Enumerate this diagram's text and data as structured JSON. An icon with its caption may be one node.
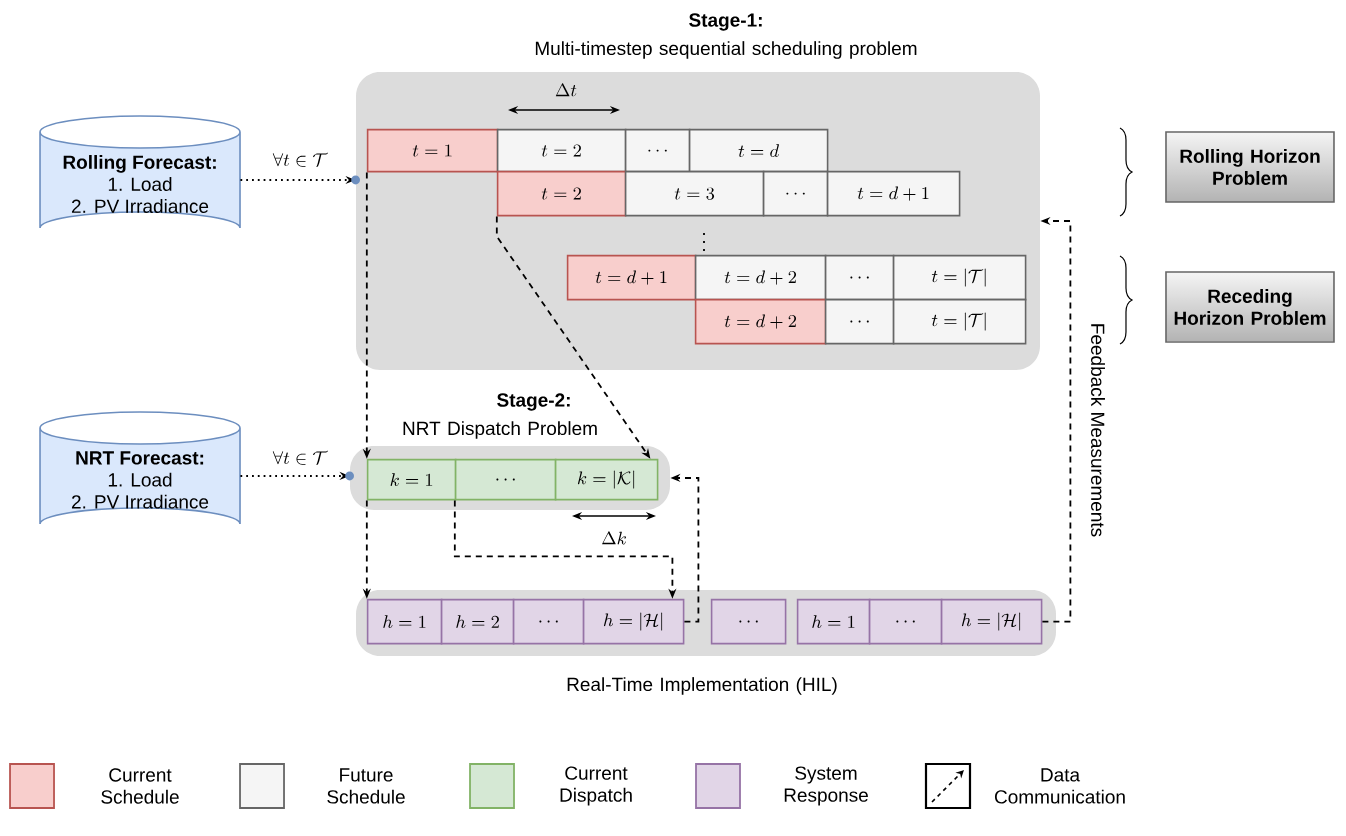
{
  "diagram": {
    "nodes": [
      {
        "text": [
          "Rolling Forecast:",
          "1. Load",
          "2. PV Irradiance"
        ]
      },
      {
        "text": [
          "Stage-1:",
          "Multi-timestep sequential scheduling problem"
        ]
      },
      {
        "text": [
          "t=1"
        ],
        "in": 1
      },
      {
        "text": [
          "t=2"
        ],
        "in": 1
      },
      {
        "text": [
          "\\ldots"
        ],
        "in": 1
      },
      {
        "text": [
          "t=d"
        ],
        "in": 1
      },
      {
        "text": [
          "t=2"
        ],
        "in": 1
      },
      {
        "text": [
          "t=3"
        ],
        "in": 1
      },
      {
        "text": [
          "\\ldots"
        ],
        "in": 1
      },
      {
        "text": [
          "t=d+1"
        ],
        "in": 1
      },
      {
        "text": [
          "t=d+1"
        ],
        "in": 1
      },
      {
        "text": [
          "t=d+2"
        ],
        "in": 1
      },
      {
        "text": [
          "\\ldots"
        ],
        "in": 1
      },
      {
        "text": [
          "t=|\\mathcal{T}|"
        ],
        "in": 1
      },
      {
        "text": [
          "t=d+2"
        ],
        "in": 1
      },
      {
        "text": [
          "\\ldots"
        ],
        "in": 1
      },
      {
        "text": [
          "t=|\\mathcal{T}|"
        ],
        "in": 1
      },
      {
        "text": [
          "Rolling Horizon Problem"
        ]
      },
      {
        "text": [
          "Receding Horizon Problem"
        ]
      },
      {
        "text": [
          "NRT Forecast:",
          "1. Load",
          "2. PV Irradiance"
        ]
      },
      {
        "text": [
          "Stage-2:",
          "NRT Dispatch Problem"
        ]
      },
      {
        "text": [
          "k=1"
        ],
        "in": 20
      },
      {
        "text": [
          "\\ldots"
        ],
        "in": 20
      },
      {
        "text": [
          "k=|\\mathcal{K}|"
        ],
        "in": 20
      },
      {
        "text": [
          "Real-Time Implementation (HIL)"
        ]
      },
      {
        "text": [
          "h=1"
        ],
        "in": 24
      },
      {
        "text": [
          "h=2"
        ],
        "in": 24
      },
      {
        "text": [
          "\\ldots"
        ],
        "in": 24
      },
      {
        "text": [
          "h=|\\mathcal{H}|"
        ],
        "in": 24
      },
      {
        "text": [
          "\\ldots"
        ],
        "in": 24
      },
      {
        "text": [
          "h=1"
        ],
        "in": 24
      },
      {
        "text": [
          "\\ldots"
        ],
        "in": 24
      },
      {
        "text": [
          "h=|\\mathcal{H}|"
        ],
        "in": 24
      }
    ],
    "edges": [
      {
        "from": 0,
        "to": 1,
        "arrow": "to",
        "label": "\\forall t \\in \\mathcal{T}"
      },
      {
        "from": 19,
        "to": 20,
        "arrow": "to",
        "label": "\\forall t \\in \\mathcal{T}"
      },
      {
        "from": 2,
        "to": 21,
        "arrow": "to",
        "style": "dashed"
      },
      {
        "from": 6,
        "to": 23,
        "arrow": "to",
        "style": "dashed"
      },
      {
        "from": 21,
        "to": 25,
        "arrow": "to",
        "style": "dashed"
      },
      {
        "from": 22,
        "to": 28,
        "arrow": "to",
        "style": "dashed"
      },
      {
        "from": 28,
        "to": 20,
        "arrow": "to",
        "style": "dashed"
      },
      {
        "from": 32,
        "to": 1,
        "arrow": "to",
        "label": "Feedback Measurements",
        "style": "dashed"
      }
    ],
    "labels": [
      "\\Delta t",
      "\\vdots",
      "\\Delta k"
    ],
    "legend": [
      {
        "text": "Current Schedule",
        "color": "#f8cecc"
      },
      {
        "text": "Future Schedule",
        "color": "#f5f5f5"
      },
      {
        "text": "Current Dispatch",
        "color": "#d5e8d4"
      },
      {
        "text": "System Response",
        "color": "#e1d5e7"
      },
      {
        "text": "Data Communication"
      }
    ]
  }
}
